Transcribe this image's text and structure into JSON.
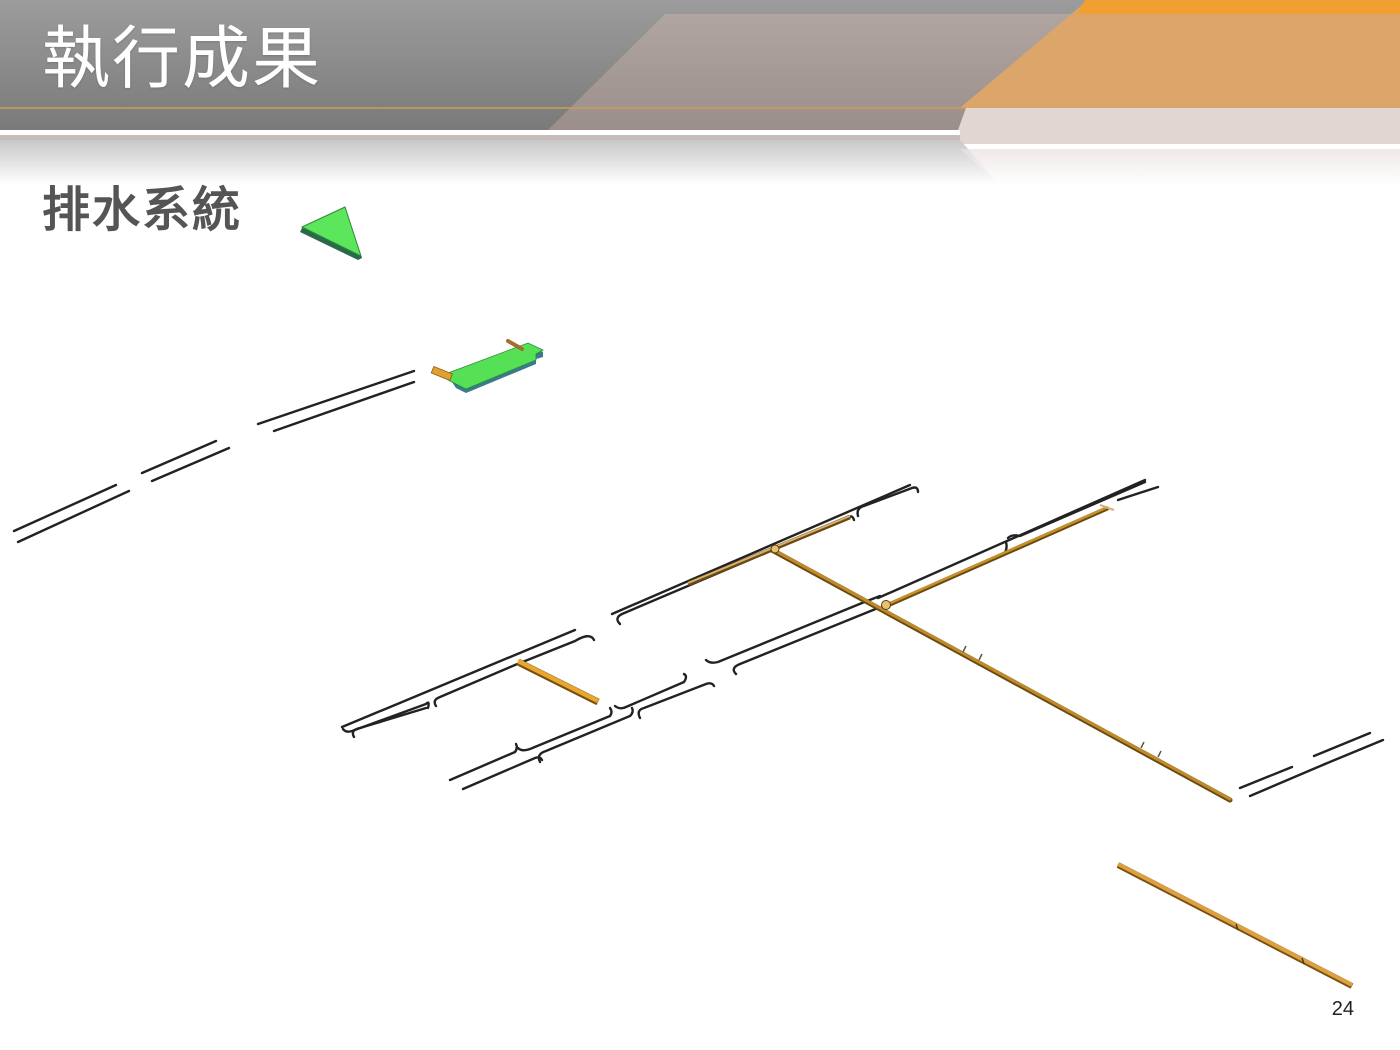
{
  "slide": {
    "title": "執行成果",
    "subtitle": "排水系統",
    "page_number": "24"
  },
  "theme": {
    "header_gray_top": "#9a9a9a",
    "header_gray_bottom": "#7c7c7c",
    "header_taupe": "#a89c98",
    "header_orange": "#dca66a",
    "header_orange_strip": "#f0a030",
    "header_pink_band": "#e2d6d3",
    "gold_line": "#c8a050",
    "subtitle_color": "#555555",
    "north_arrow_green": "#5ce65c",
    "slab_green": "#55e055",
    "pipe_orange": "#e0a030",
    "pipe_brown": "#b07820",
    "rebar_black": "#222222"
  },
  "diagram": {
    "description": "Isometric 3D model of drainage system: double black lines (road/ditch edges), orange/brown drainage pipes, green slab with orange stubs, green triangular north indicator",
    "elements": [
      {
        "name": "north-arrow",
        "type": "triangle",
        "color": "green"
      },
      {
        "name": "drain-slab",
        "type": "slab",
        "color": "green"
      },
      {
        "name": "main-pipe",
        "type": "pipe",
        "color": "brown"
      },
      {
        "name": "branch-pipe-short",
        "type": "pipe",
        "color": "orange"
      },
      {
        "name": "detached-pipe",
        "type": "pipe",
        "color": "orange"
      }
    ]
  }
}
